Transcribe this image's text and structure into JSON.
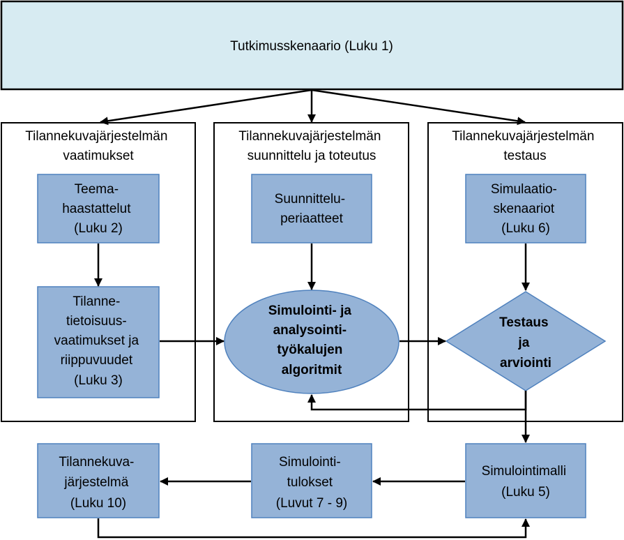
{
  "colors": {
    "header_fill": "#d7ebf2",
    "box_fill": "#95b3d7",
    "box_stroke": "#4f81bd",
    "line": "#000000",
    "background": "#ffffff"
  },
  "header": {
    "lines": [
      "Tutkimusskenaario (Luku 1)"
    ]
  },
  "columns": [
    {
      "id": "col-requirements",
      "lines": [
        "Tilannekuvajärjestelmän",
        "vaatimukset"
      ]
    },
    {
      "id": "col-design",
      "lines": [
        "Tilannekuvajärjestelmän",
        "suunnittelu ja toteutus"
      ]
    },
    {
      "id": "col-testing",
      "lines": [
        "Tilannekuvajärjestelmän",
        "testaus"
      ]
    }
  ],
  "nodes": [
    {
      "id": "theme-interviews",
      "shape": "rect",
      "lines": [
        "Teema-",
        "haastattelut",
        "(Luku 2)"
      ]
    },
    {
      "id": "situational-awareness-requirements",
      "shape": "rect",
      "lines": [
        "Tilanne-",
        "tietoisuus-",
        "vaatimukset ja",
        "riippuvuudet",
        "(Luku 3)"
      ]
    },
    {
      "id": "design-principles",
      "shape": "rect",
      "lines": [
        "Suunnittelu-",
        "periaatteet"
      ]
    },
    {
      "id": "simulation-algorithms",
      "shape": "ellipse",
      "bold": true,
      "lines": [
        "Simulointi- ja",
        "analysointi-",
        "työkalujen",
        "algoritmit"
      ]
    },
    {
      "id": "simulation-scenarios",
      "shape": "rect",
      "lines": [
        "Simulaatio-",
        "skenaariot",
        "(Luku 6)"
      ]
    },
    {
      "id": "testing-evaluation",
      "shape": "diamond",
      "bold": true,
      "lines": [
        "Testaus",
        "ja",
        "arviointi"
      ]
    },
    {
      "id": "simulation-model",
      "shape": "rect",
      "lines": [
        "Simulointimalli",
        "(Luku 5)"
      ]
    },
    {
      "id": "simulation-results",
      "shape": "rect",
      "lines": [
        "Simulointi-",
        "tulokset",
        "(Luvut 7 - 9)"
      ]
    },
    {
      "id": "situational-awareness-system",
      "shape": "rect",
      "lines": [
        "Tilannekuva-",
        "järjestelmä",
        "(Luku 10)"
      ]
    }
  ],
  "edges": [
    {
      "from": "header",
      "to": "col-requirements"
    },
    {
      "from": "header",
      "to": "col-design"
    },
    {
      "from": "header",
      "to": "col-testing"
    },
    {
      "from": "theme-interviews",
      "to": "situational-awareness-requirements"
    },
    {
      "from": "situational-awareness-requirements",
      "to": "simulation-algorithms"
    },
    {
      "from": "design-principles",
      "to": "simulation-algorithms"
    },
    {
      "from": "simulation-algorithms",
      "to": "testing-evaluation"
    },
    {
      "from": "simulation-scenarios",
      "to": "testing-evaluation"
    },
    {
      "from": "testing-evaluation",
      "to": "simulation-algorithms"
    },
    {
      "from": "testing-evaluation",
      "to": "simulation-model"
    },
    {
      "from": "simulation-model",
      "to": "simulation-results"
    },
    {
      "from": "simulation-results",
      "to": "situational-awareness-system"
    },
    {
      "from": "situational-awareness-system",
      "to": "simulation-model"
    }
  ]
}
